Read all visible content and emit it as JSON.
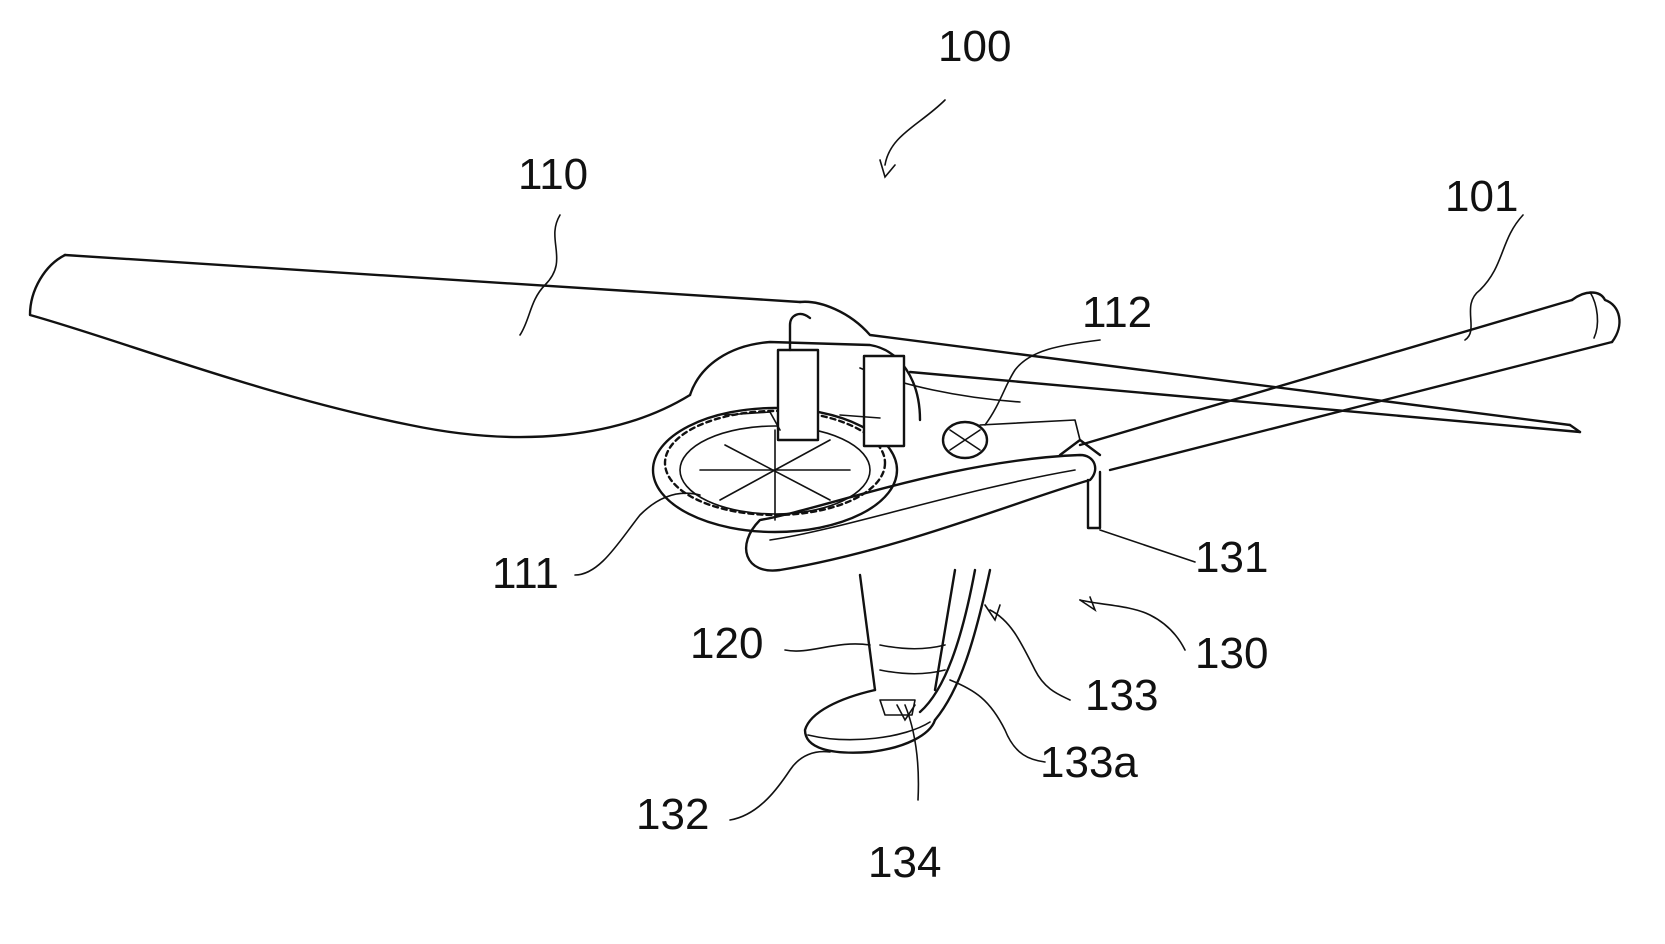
{
  "labels": {
    "assembly": "100",
    "arm": "101",
    "blade": "110",
    "gear": "111",
    "pinion": "112",
    "shaft": "120",
    "mount": "130",
    "mount_top": "131",
    "foot": "132",
    "strut": "133",
    "strut_edge": "133a",
    "slot": "134"
  },
  "colors": {
    "ink": "#111111",
    "paper": "#ffffff"
  }
}
